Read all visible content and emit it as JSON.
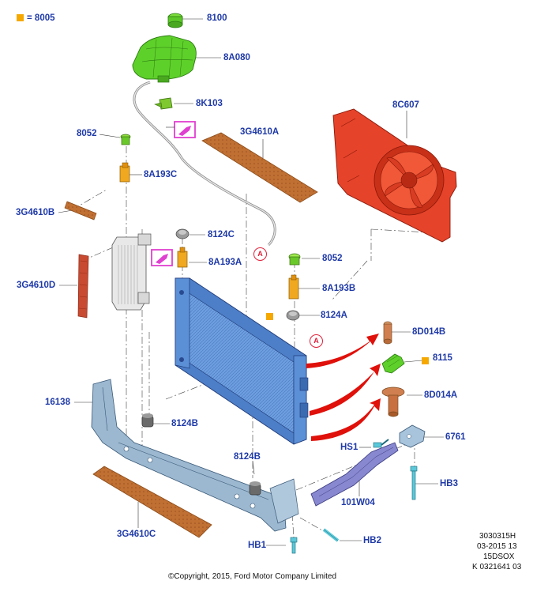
{
  "legend": {
    "code": "8005",
    "swatch_color": "#f5a800"
  },
  "callout_letter": "A",
  "labels": {
    "l8100": "8100",
    "l8A080": "8A080",
    "l8K103": "8K103",
    "l8052a": "8052",
    "l8A193C": "8A193C",
    "l3G4610B": "3G4610B",
    "l3G4610D": "3G4610D",
    "l8124C": "8124C",
    "l8A193A": "8A193A",
    "l3G4610A": "3G4610A",
    "l8C607": "8C607",
    "l8052b": "8052",
    "l8A193B": "8A193B",
    "l8124A": "8124A",
    "l8D014B": "8D014B",
    "l8115": "8115",
    "l8D014A": "8D014A",
    "l16138": "16138",
    "l8124Ba": "8124B",
    "lHS1": "HS1",
    "l6761": "6761",
    "l8124Bb": "8124B",
    "lHB3": "HB3",
    "l101W04": "101W04",
    "l3G4610C": "3G4610C",
    "lHB1": "HB1",
    "lHB2": "HB2"
  },
  "meta_lines": [
    "3030315H",
    "03-2015 13",
    "15DSOX",
    "K 0321641 03"
  ],
  "copyright": "©Copyright, 2015, Ford Motor Company Limited",
  "colors": {
    "label_blue": "#1f3aa8",
    "radiator_blue": "#5b8fd6",
    "fan_shroud_red": "#e5432a",
    "reservoir_green": "#5ed02a",
    "foam_brown": "#b8642a",
    "arrow_red": "#e0100a",
    "tool_magenta": "#e040d0",
    "bracket_steel": "#9cb8d0"
  }
}
